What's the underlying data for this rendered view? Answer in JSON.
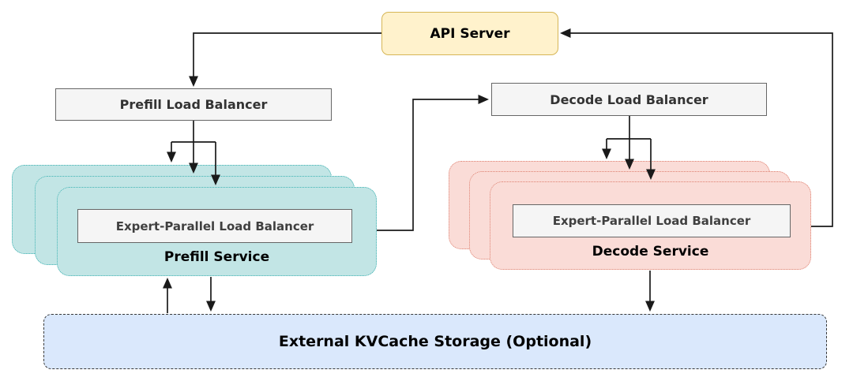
{
  "diagram": {
    "api_server": {
      "label": "API Server"
    },
    "prefill_load_balancer": {
      "label": "Prefill Load Balancer"
    },
    "decode_load_balancer": {
      "label": "Decode Load Balancer"
    },
    "prefill_service": {
      "label": "Prefill Service",
      "expert_lb_label": "Expert-Parallel Load Balancer",
      "replica_count": 3
    },
    "decode_service": {
      "label": "Decode Service",
      "expert_lb_label": "Expert-Parallel Load Balancer",
      "replica_count": 3
    },
    "kvcache": {
      "label": "External KVCache Storage (Optional)"
    },
    "colors": {
      "api_fill": "#FFF2CC",
      "api_border": "#D6B656",
      "balancer_fill": "#F5F5F5",
      "balancer_border": "#666666",
      "prefill_fill": "#C2E5E5",
      "prefill_border": "#3FB3B3",
      "decode_fill": "#FADCD7",
      "decode_border": "#DE8070",
      "kvcache_fill": "#DAE8FC",
      "kvcache_border": "#383838",
      "arrow": "#1A1A1A"
    }
  }
}
